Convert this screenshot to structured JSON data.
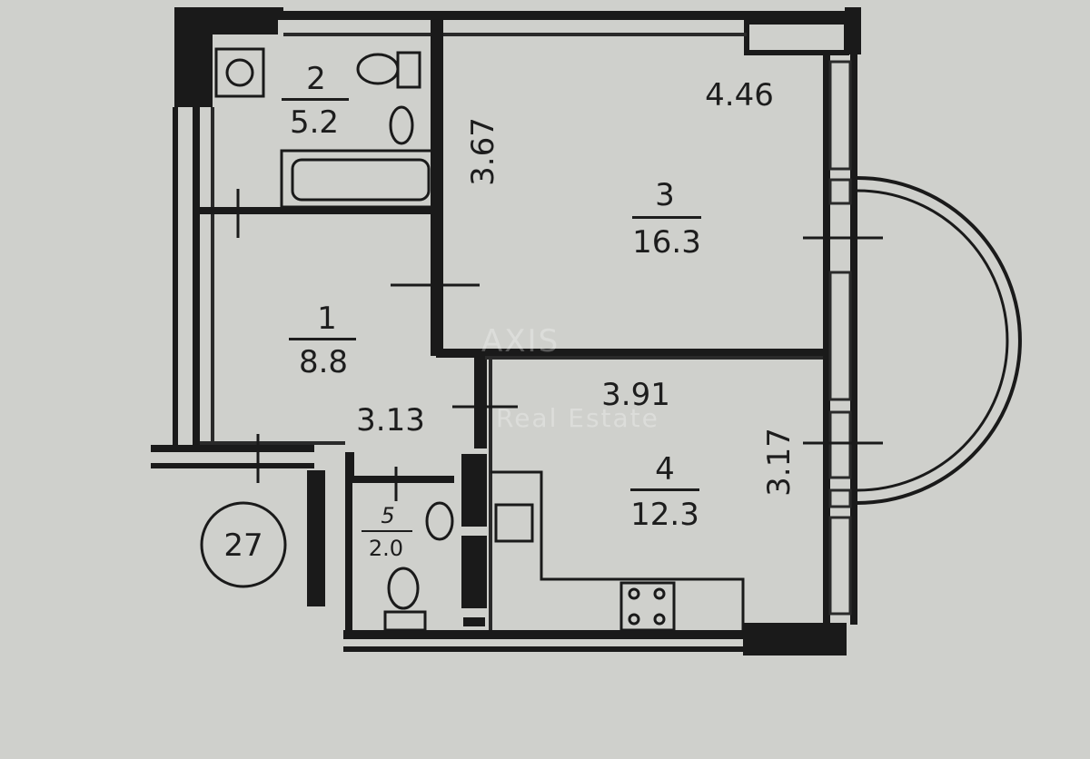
{
  "rooms": [
    {
      "id": "1",
      "area": "8.8"
    },
    {
      "id": "2",
      "area": "5.2"
    },
    {
      "id": "3",
      "area": "16.3"
    },
    {
      "id": "4",
      "area": "12.3"
    },
    {
      "id": "5",
      "area": "2.0"
    }
  ],
  "dimensions": {
    "room3_width": "4.46",
    "room3_depth": "3.67",
    "room4_width": "3.91",
    "room4_depth": "3.17",
    "room1_width": "3.13"
  },
  "apartment_number": "27",
  "watermark": {
    "line1": "AXIS",
    "line2": "Real Estate"
  },
  "colors": {
    "wall": "#1a1a1a",
    "background": "#cfd0cc",
    "line": "#2a2a2a"
  }
}
